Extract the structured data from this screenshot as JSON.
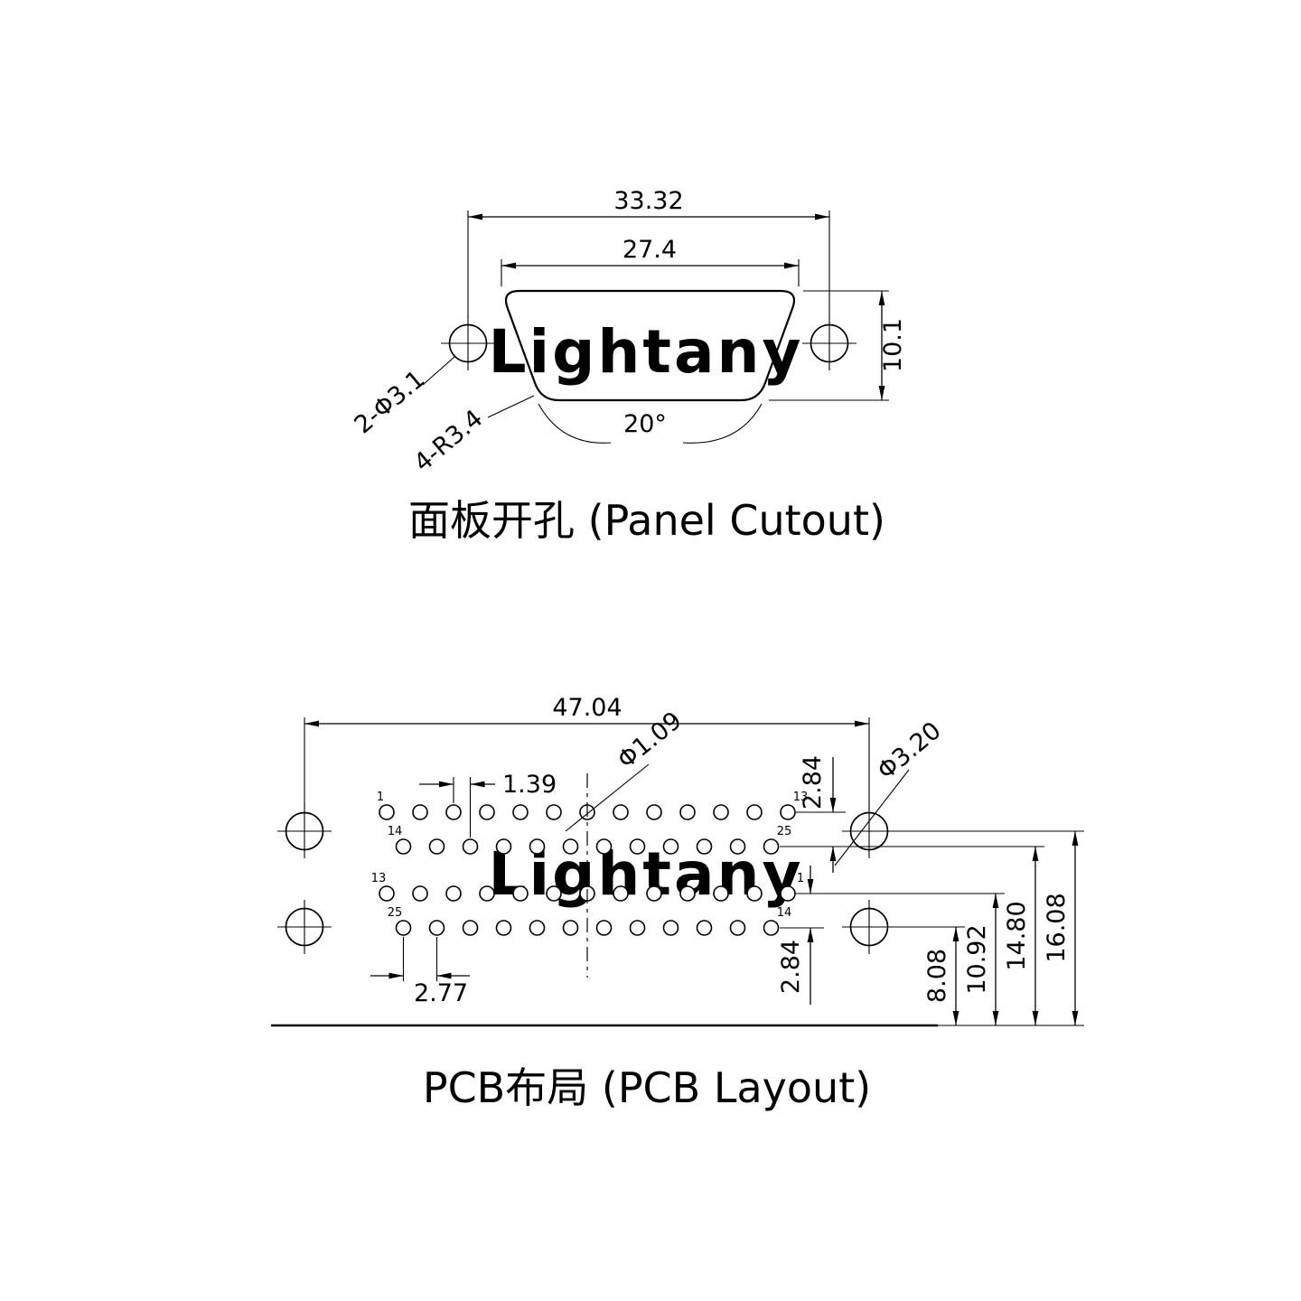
{
  "watermark": {
    "text": "Lightany",
    "color": "#f4cdd2"
  },
  "panel_cutout": {
    "caption": "面板开孔 (Panel Cutout)",
    "dim_overall_width": "33.32",
    "dim_opening_width": "27.4",
    "dim_opening_height": "10.1",
    "dim_angle": "20°",
    "label_mount_holes": "2-Φ3.1",
    "label_corner_radius": "4-R3.4"
  },
  "pcb_layout": {
    "caption": "PCB布局 (PCB Layout)",
    "dim_overall_width": "47.04",
    "dim_row_offset": "1.39",
    "pin_hole_diameter": "Φ1.09",
    "dim_row_pitch_top": "2.84",
    "mount_hole_diameter": "Φ3.20",
    "dim_pin_pitch": "2.77",
    "dim_row_pitch_bottom": "2.84",
    "dim_height_1": "8.08",
    "dim_height_2": "10.92",
    "dim_height_3": "14.80",
    "dim_height_4": "16.08",
    "rows": [
      {
        "count": 13,
        "left_label": "1",
        "right_label": "13"
      },
      {
        "count": 12,
        "left_label": "14",
        "right_label": "25"
      },
      {
        "count": 13,
        "left_label": "13",
        "right_label": "1"
      },
      {
        "count": 12,
        "left_label": "25",
        "right_label": "14"
      }
    ]
  }
}
